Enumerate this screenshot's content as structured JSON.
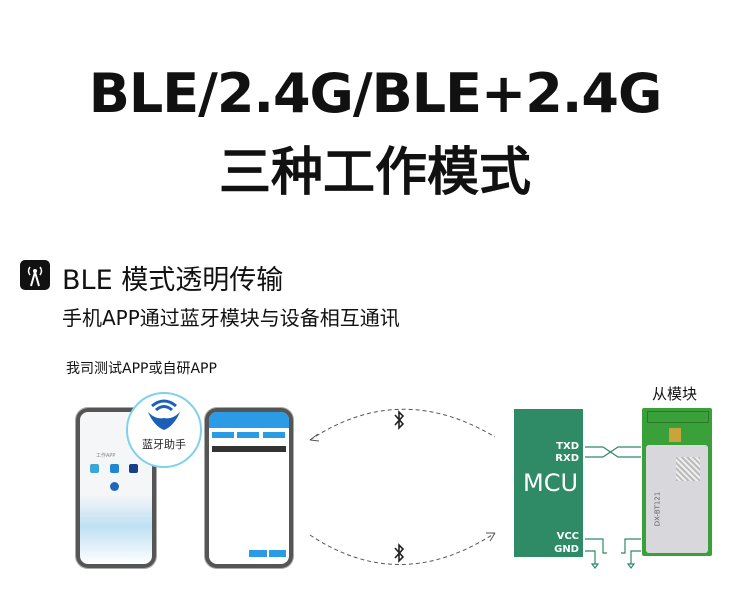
{
  "title": {
    "line1": "BLE/2.4G/BLE+2.4G",
    "line2": "三种工作模式"
  },
  "section": {
    "icon": "antenna-icon",
    "title": "BLE 模式透明传输",
    "subtitle": "手机APP通过蓝牙模块与设备相互通讯",
    "note": "我司测试APP或自研APP"
  },
  "phone1": {
    "folder_label": "工作APP",
    "app_label": "蓝牙助手"
  },
  "mcu": {
    "label": "MCU",
    "pins": [
      "TXD",
      "RXD",
      "VCC",
      "GND"
    ]
  },
  "module": {
    "title": "从模块",
    "marking": "DX-BT121"
  },
  "colors": {
    "mcu": "#2e8b66",
    "module": "#3aa13a",
    "app_blue": "#2b9be6"
  }
}
